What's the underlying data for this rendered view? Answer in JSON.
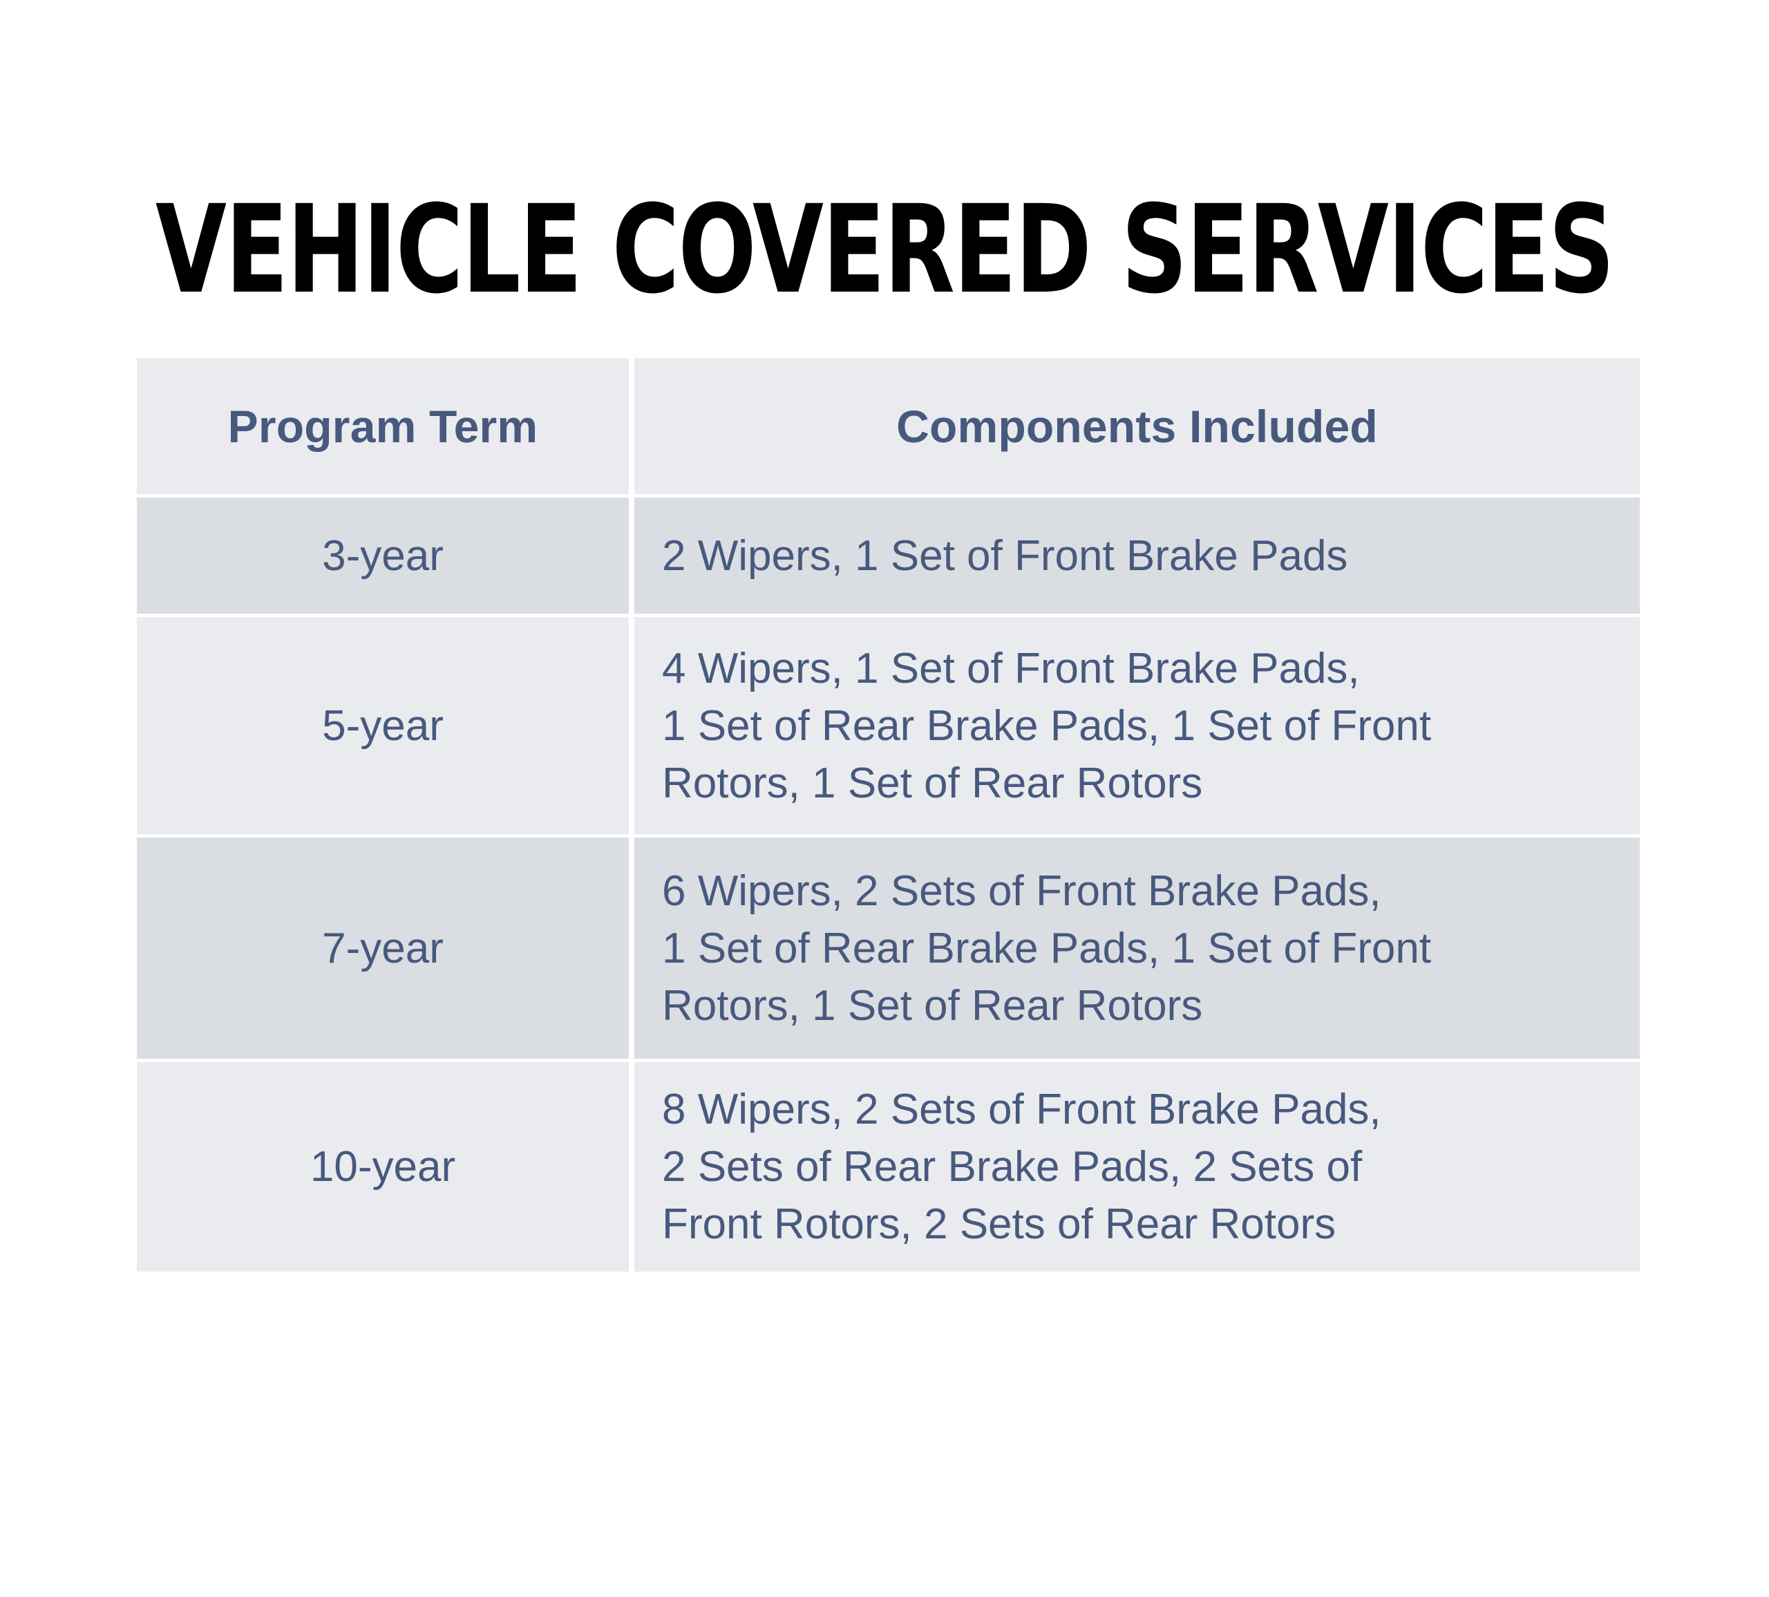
{
  "page": {
    "title": "VEHICLE COVERED SERVICES",
    "background_color": "#ffffff",
    "title_color": "#000000",
    "text_color": "#47597d",
    "header_bg_color": "#eaebef",
    "row_bg_dark": "#dadde2",
    "row_bg_light": "#eaebef"
  },
  "table": {
    "headers": {
      "term": "Program Term",
      "components": "Components Included"
    },
    "rows": [
      {
        "term": "3-year",
        "components": "2 Wipers, 1 Set of Front Brake Pads"
      },
      {
        "term": "5-year",
        "components": "4 Wipers, 1 Set of Front Brake Pads,\n1 Set of Rear Brake Pads, 1 Set of Front\nRotors, 1 Set of Rear Rotors"
      },
      {
        "term": "7-year",
        "components": "6 Wipers, 2 Sets of Front Brake Pads,\n1 Set of Rear Brake Pads, 1 Set of Front\nRotors, 1 Set of Rear Rotors"
      },
      {
        "term": "10-year",
        "components": "8 Wipers, 2 Sets of Front Brake Pads,\n2 Sets of Rear Brake Pads, 2 Sets of\nFront Rotors, 2 Sets of Rear Rotors"
      }
    ]
  }
}
